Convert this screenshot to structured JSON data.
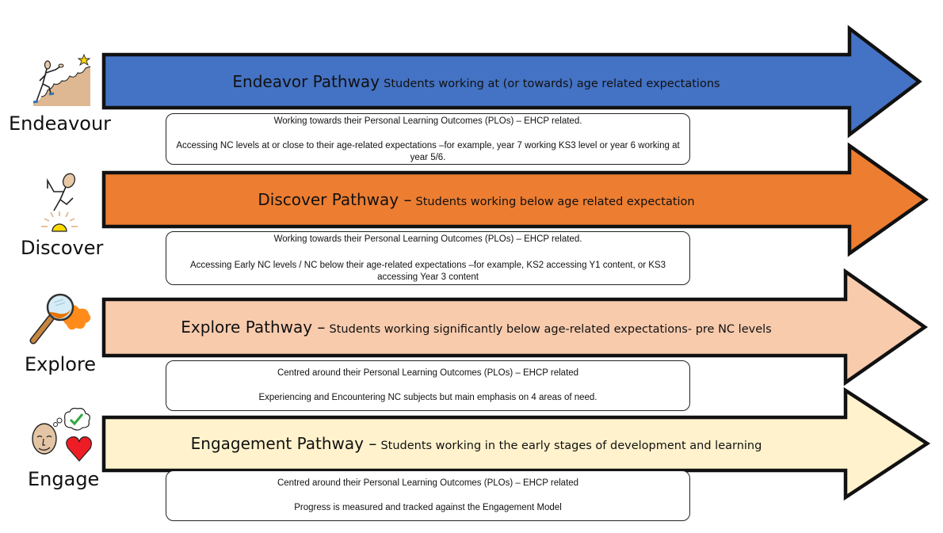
{
  "pathways": [
    {
      "label": "Endeavour",
      "icon": "climbing-person-star-icon",
      "title": "Endeavor Pathway",
      "separator": "",
      "subtitle": "Students working at (or towards) age related expectations",
      "color": "#4472C4",
      "details": [
        "Working towards their Personal Learning Outcomes (PLOs) – EHCP related.",
        "Accessing NC levels at or close to their age-related expectations –for example, year 7 working KS3 level or year 6 working at year 5/6."
      ]
    },
    {
      "label": "Discover",
      "icon": "person-discovering-light-icon",
      "title": "Discover Pathway",
      "separator": " –",
      "subtitle": "Students working below age related expectation",
      "color": "#ED7D31",
      "details": [
        "Working towards their Personal Learning Outcomes (PLOs) – EHCP related.",
        "Accessing Early NC levels / NC below their age-related expectations –for example, KS2 accessing Y1 content, or KS3 accessing Year 3 content"
      ]
    },
    {
      "label": "Explore",
      "icon": "magnifying-glass-icon",
      "title": "Explore Pathway",
      "separator": " –",
      "subtitle": "Students working significantly below age-related expectations- pre NC levels",
      "color": "#F8CBAD",
      "details": [
        "Centred around their Personal Learning Outcomes (PLOs) – EHCP related",
        "Experiencing and Encountering NC subjects but main emphasis on 4 areas of need."
      ]
    },
    {
      "label": "Engage",
      "icon": "face-thought-heart-icon",
      "title": "Engagement Pathway",
      "separator": " –",
      "subtitle": "Students working in the early stages of development and learning",
      "color": "#FFF2CC",
      "details": [
        "Centred around their Personal Learning Outcomes (PLOs) – EHCP related",
        "Progress is measured and tracked against the Engagement Model"
      ]
    }
  ]
}
